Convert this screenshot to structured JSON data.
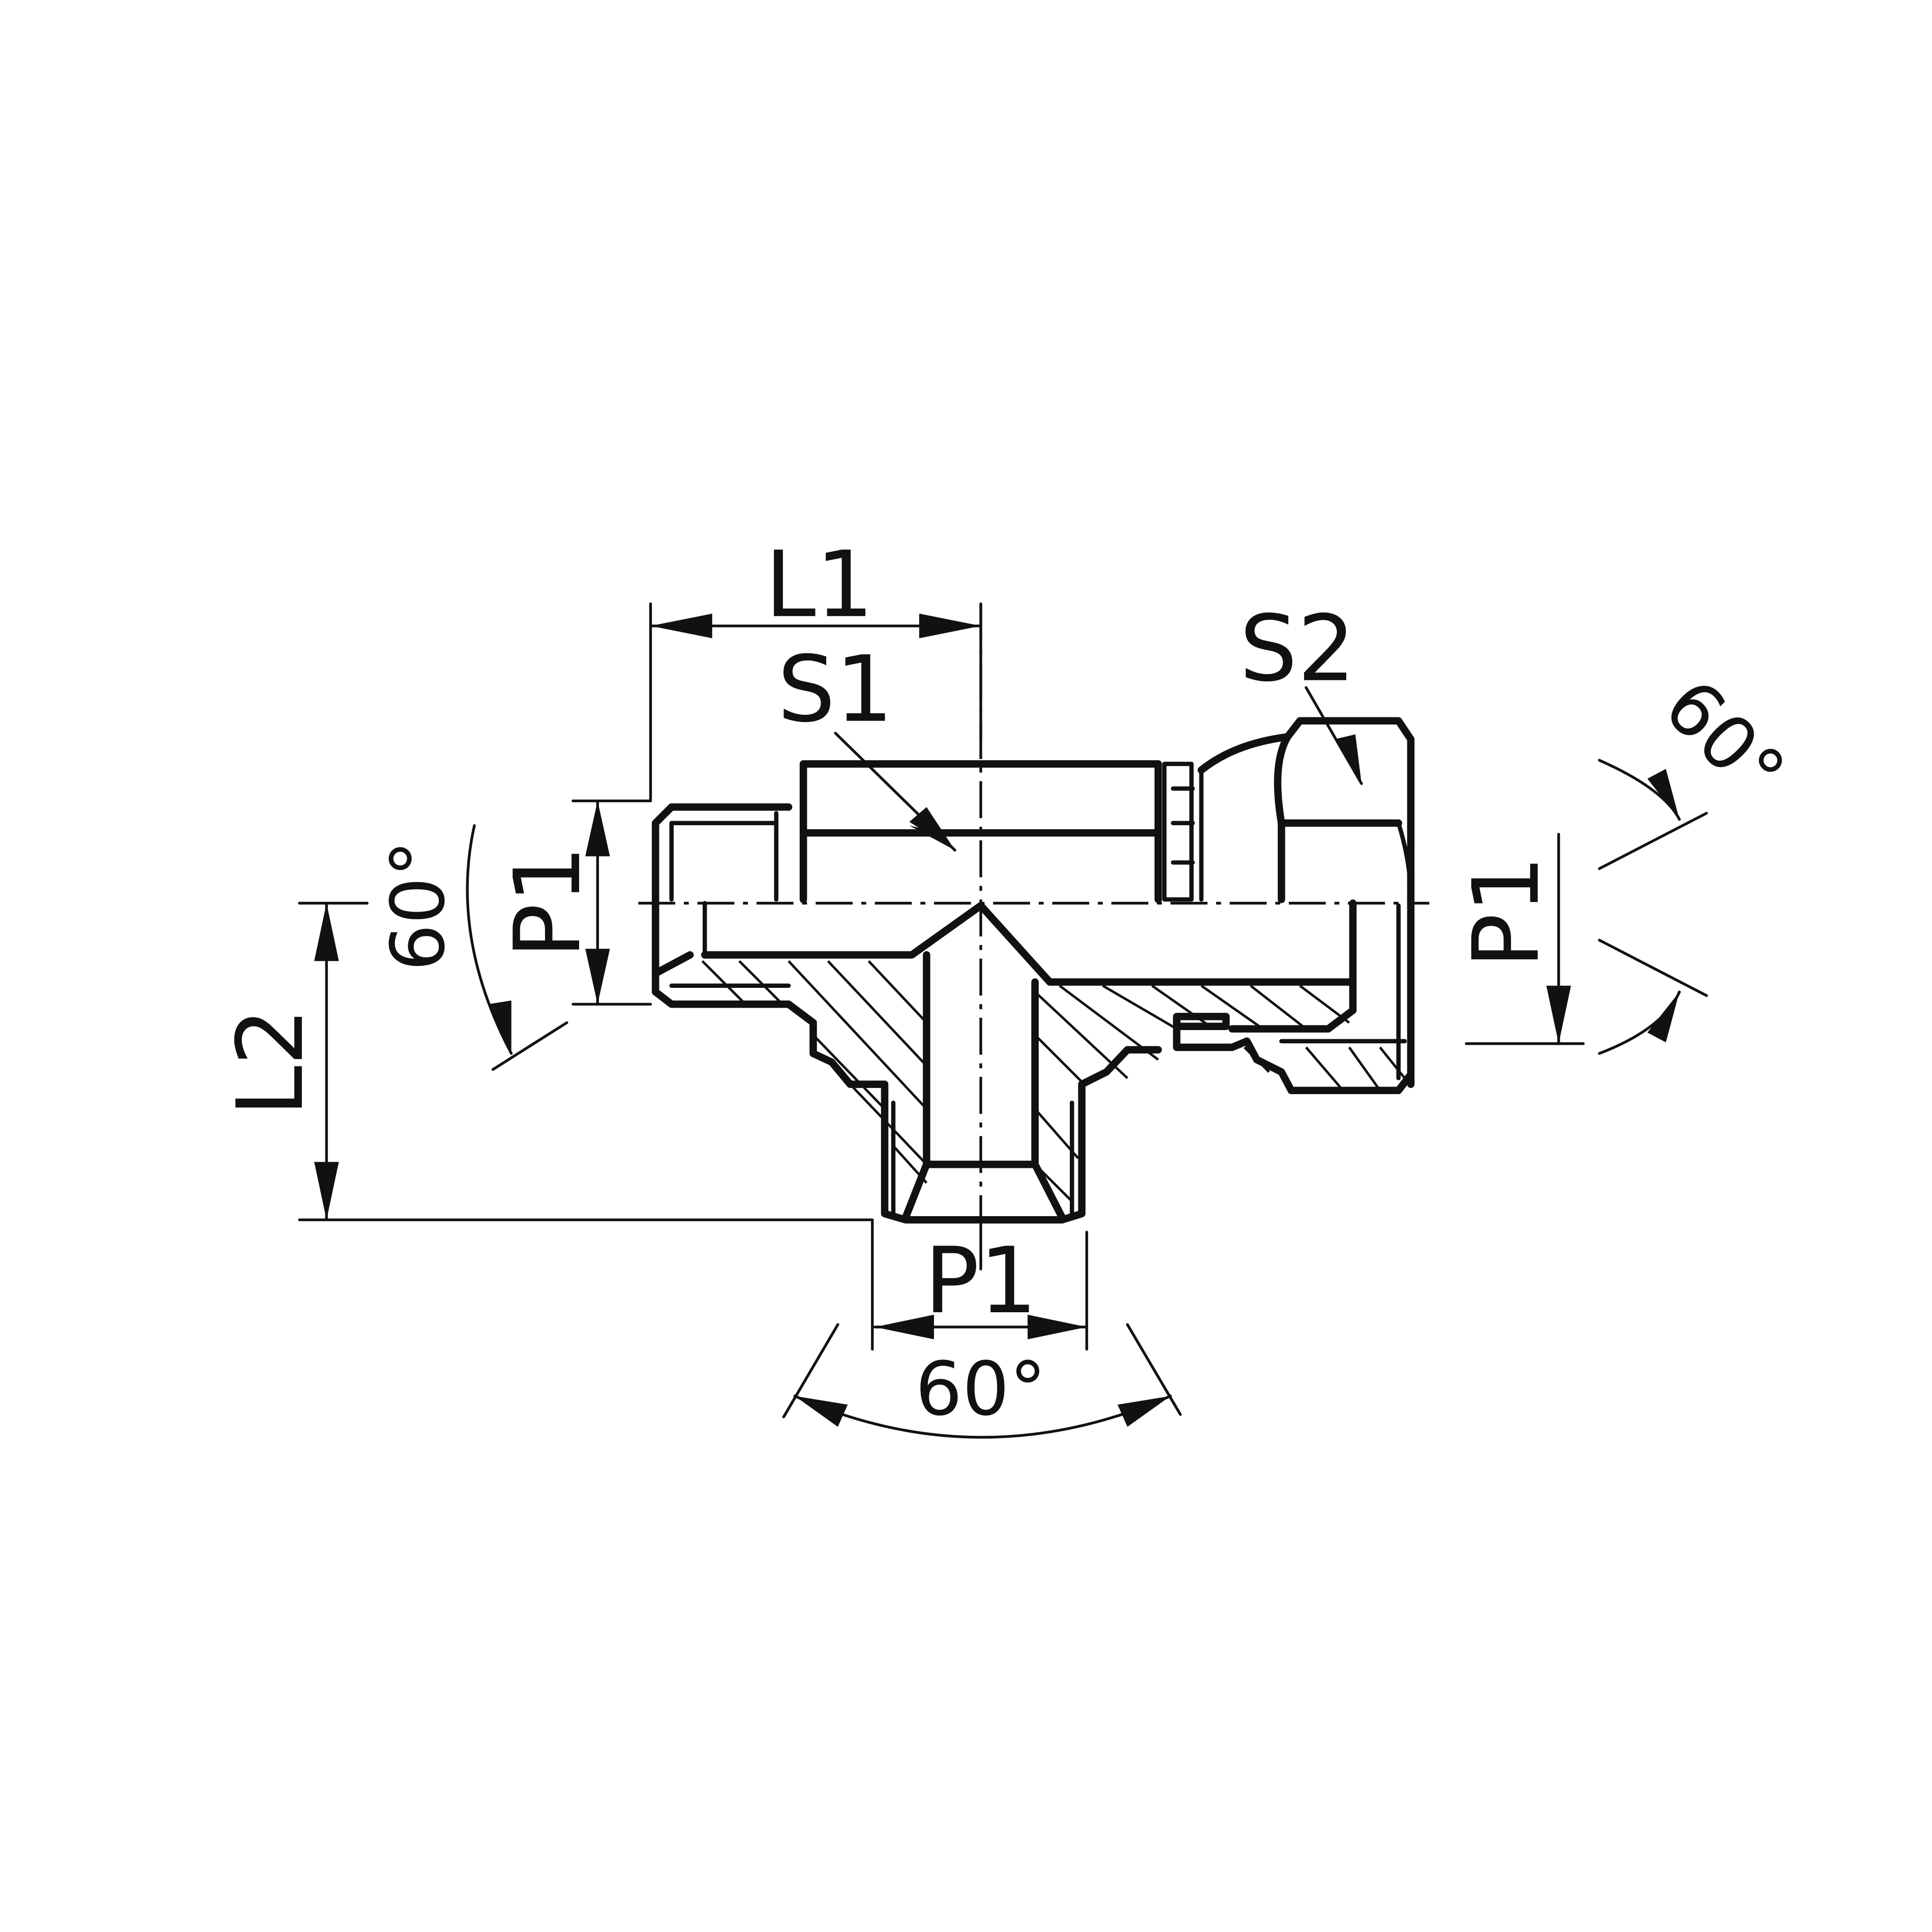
{
  "drawing": {
    "title": "Swivel nut branch tee fitting — dimension drawing",
    "colors": {
      "line": "#111111",
      "background": "#ffffff"
    },
    "dimensions": {
      "L1": "L1",
      "L2": "L2",
      "S1": "S1",
      "S2": "S2",
      "P1_left": "P1",
      "P1_right": "P1",
      "P1_bottom": "P1"
    },
    "angles": {
      "left": "60°",
      "right": "60°",
      "bottom": "60°"
    }
  }
}
